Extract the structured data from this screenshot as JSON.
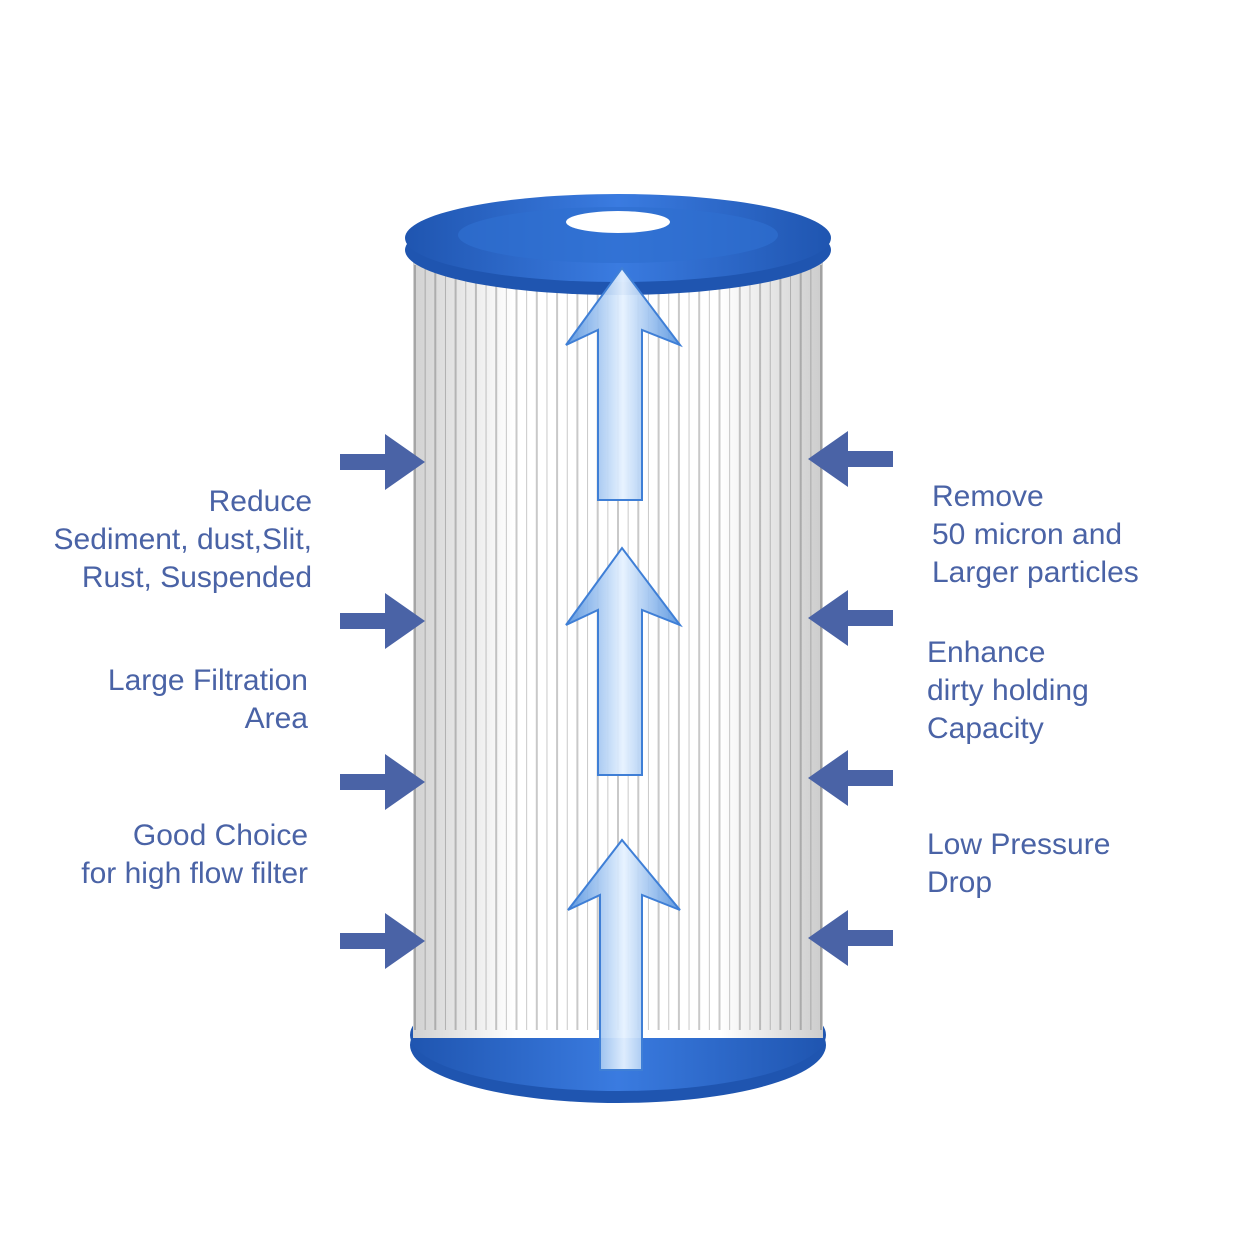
{
  "colors": {
    "accent": "#4a63a6",
    "cap_blue": "#2f6fd0",
    "cap_blue_dark": "#1f55b0",
    "pleat_white": "#ffffff",
    "pleat_shadow": "#c9c9c9",
    "water": "#6fa8e6",
    "background": "#ffffff"
  },
  "icons": {
    "inflow_arrow": "arrow-right-icon",
    "outflow_arrow": "arrow-left-icon",
    "water_flow": "water-arrow-up-icon"
  },
  "features": {
    "left": [
      {
        "lines": [
          "Reduce",
          "Sediment, dust,Slit,",
          "Rust, Suspended"
        ]
      },
      {
        "lines": [
          "Large Filtration",
          "Area"
        ]
      },
      {
        "lines": [
          "Good Choice",
          "for high flow filter"
        ]
      }
    ],
    "right": [
      {
        "lines": [
          "Remove",
          "50 micron and",
          "Larger particles"
        ]
      },
      {
        "lines": [
          "Enhance",
          "dirty holding",
          "Capacity"
        ]
      },
      {
        "lines": [
          "Low Pressure",
          "Drop"
        ]
      }
    ]
  }
}
